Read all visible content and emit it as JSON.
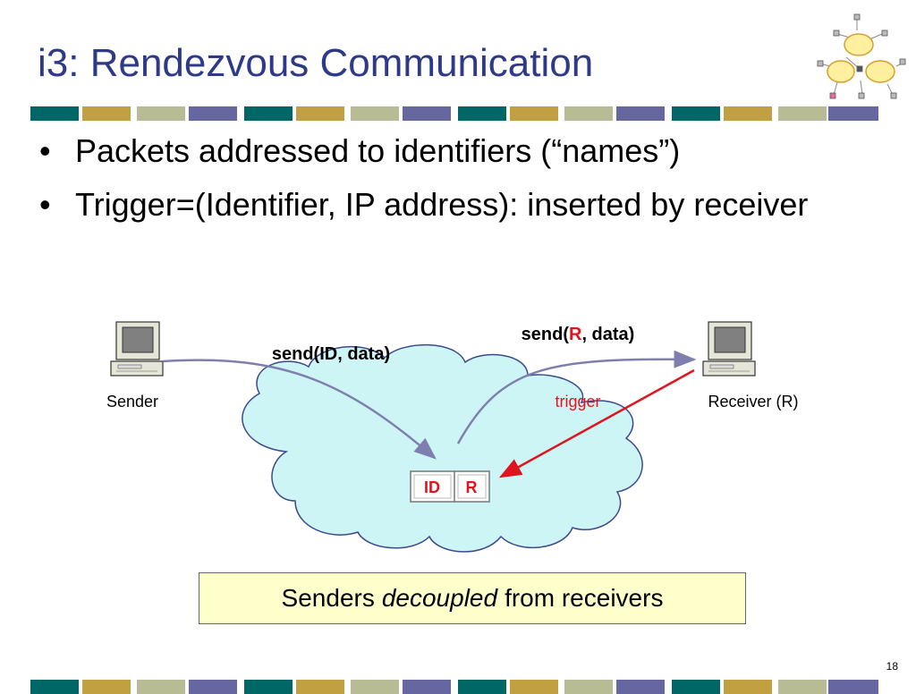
{
  "slide": {
    "title": "i3: Rendezvous Communication",
    "bullets": [
      "Packets addressed to identifiers (“names”)",
      "Trigger=(Identifier, IP address): inserted by receiver"
    ],
    "page_number": "18"
  },
  "diagram": {
    "sender_label": "Sender",
    "receiver_label": "Receiver (R)",
    "send_id_label": "send(ID, data)",
    "send_r_prefix": "send(",
    "send_r_highlight": "R",
    "send_r_suffix": ", data)",
    "trigger_label": "trigger",
    "trigger_id": "ID",
    "trigger_r": "R"
  },
  "caption": {
    "before": "Senders",
    "emphasis": "decoupled",
    "after": "from receivers"
  },
  "colors": {
    "title": "#2e3a87",
    "cloud_fill": "#cdf5f5",
    "arrow": "#7f7faf",
    "trigger_red": "#e0141e",
    "caption_bg": "#ffffcc",
    "stripe_teal": "#006666",
    "stripe_gold": "#c0a040",
    "stripe_sage": "#b8bc94",
    "stripe_slate": "#6666a0"
  },
  "icons": [
    "computer-icon",
    "network-logo-icon"
  ]
}
